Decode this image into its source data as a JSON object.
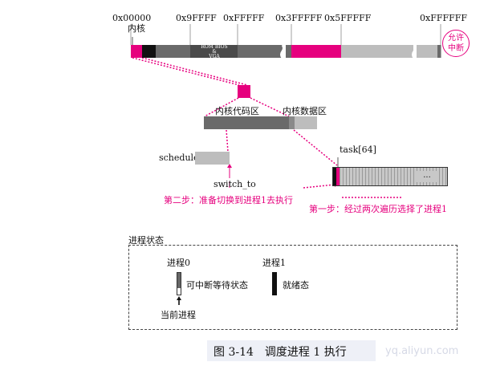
{
  "memory": {
    "addresses": [
      "0x00000",
      "0x9FFFF",
      "0xFFFFF",
      "0x3FFFFF",
      "0x5FFFFF",
      "0xFFFFFF"
    ],
    "kernel_label": "内核",
    "rom_label_line1": "ROM BIOS",
    "rom_label_line2": "&",
    "rom_label_line3": "VGA",
    "interrupt_label_line1": "允许",
    "interrupt_label_line2": "中断"
  },
  "kernel": {
    "code_label": "内核代码区",
    "data_label": "内核数据区"
  },
  "schedule": {
    "schedule_label": "schedule",
    "switch_to_label": "switch_to",
    "task_label": "task[64]",
    "task_dots": "...",
    "step2": "第二步：准备切换到进程1去执行",
    "step1": "第一步：经过两次遍历选择了进程1"
  },
  "process_state": {
    "title": "进程状态",
    "proc0_label": "进程0",
    "proc1_label": "进程1",
    "proc0_state": "可中断等待状态",
    "proc1_state": "就绪态",
    "current_label": "当前进程"
  },
  "caption": "图 3-14　调度进程 1 执行",
  "watermark": "yq.aliyun.com",
  "colors": {
    "magenta": "#e6007e",
    "dark_gray": "#6a6a6a",
    "light_gray": "#bdbdbd",
    "black": "#111111"
  }
}
